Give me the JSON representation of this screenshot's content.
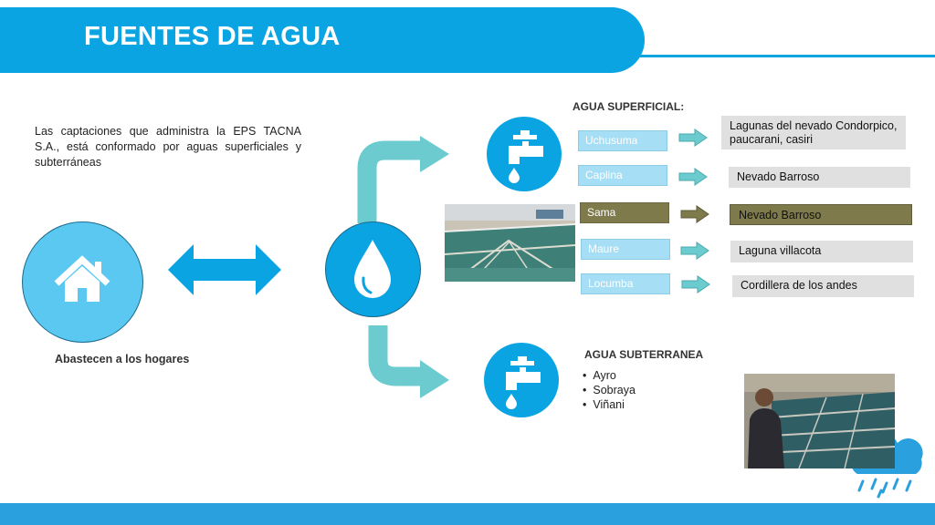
{
  "header": {
    "title": "FUENTES DE AGUA"
  },
  "intro": {
    "text": "Las captaciones que administra la EPS TACNA S.A., está conformado por aguas superficiales y subterráneas"
  },
  "home": {
    "icon": "house-icon",
    "caption": "Abastecen a los hogares"
  },
  "center": {
    "icon": "water-drop-icon"
  },
  "surface": {
    "heading": "AGUA SUPERFICIAL:",
    "icon": "water-tap-icon",
    "sources": [
      {
        "name": "Uchusuma",
        "destination": "Lagunas del nevado Condorpico, paucarani, casiri",
        "highlighted": false
      },
      {
        "name": "Caplina",
        "destination": "Nevado Barroso",
        "highlighted": false
      },
      {
        "name": "Sama",
        "destination": "Nevado Barroso",
        "highlighted": true
      },
      {
        "name": "Maure",
        "destination": "Laguna villacota",
        "highlighted": false
      },
      {
        "name": "Locumba",
        "destination": "Cordillera de los andes",
        "highlighted": false
      }
    ]
  },
  "ground": {
    "heading": "AGUA SUBTERRANEA",
    "icon": "water-tap-icon",
    "items": [
      "Ayro",
      "Sobraya",
      "Viñani"
    ]
  },
  "photos": {
    "treatment_plant": "water-treatment-plant-photo",
    "reservoir_person": "reservoir-with-person-photo"
  },
  "colors": {
    "primary": "#0aa4e2",
    "light_blue": "#a6def5",
    "teal": "#6ccbcf",
    "highlight": "#7e7a4b",
    "gray": "#e0e0e0"
  }
}
